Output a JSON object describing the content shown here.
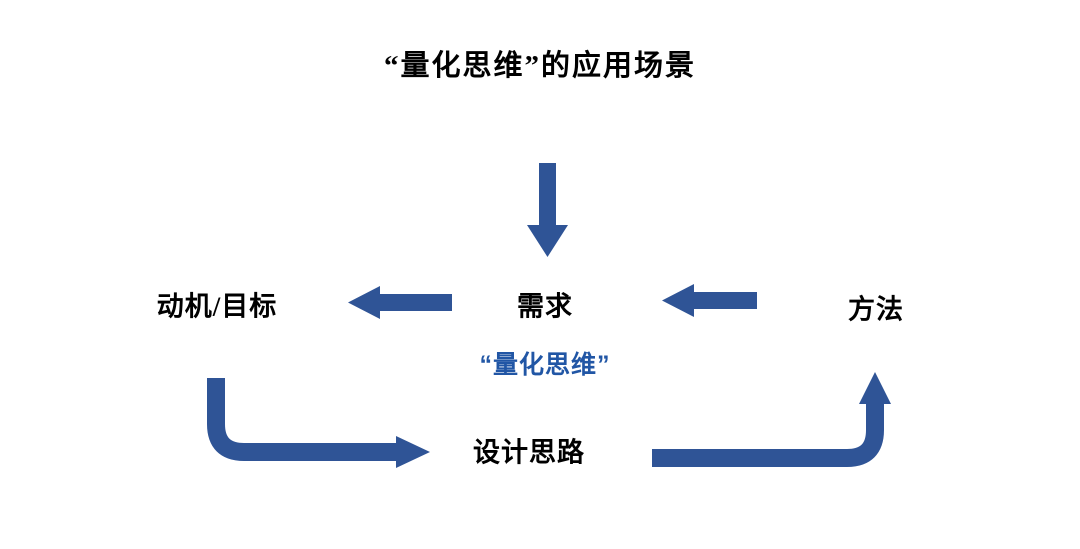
{
  "title": "“量化思维”的应用场景",
  "nodes": {
    "demand": "需求",
    "quant_thinking": "“量化思维”",
    "motivation_goal": "动机/目标",
    "method": "方法",
    "design_approach": "设计思路"
  },
  "colors": {
    "arrow": "#2F5496",
    "highlight_text": "#2156A5",
    "label_text": "#000000",
    "background": "#FFFFFF"
  }
}
